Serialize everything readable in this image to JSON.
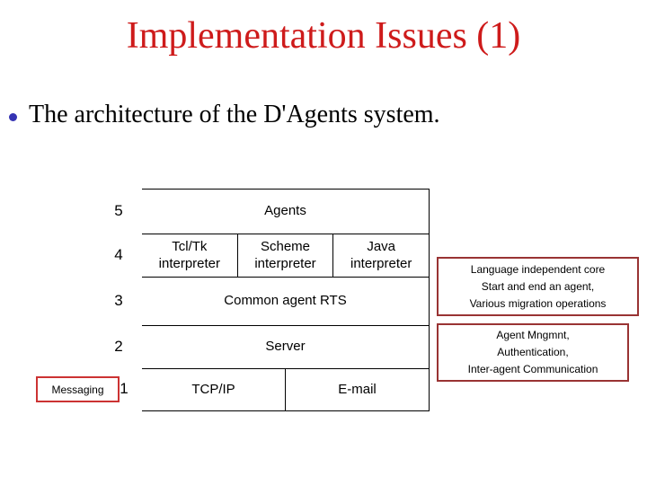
{
  "slide": {
    "title": "Implementation Issues (1)",
    "bullet": "The architecture of the D'Agents system."
  },
  "diagram": {
    "layers": [
      {
        "number": "5",
        "cells": [
          "Agents"
        ]
      },
      {
        "number": "4",
        "cells": [
          "Tcl/Tk interpreter",
          "Scheme interpreter",
          "Java interpreter"
        ]
      },
      {
        "number": "3",
        "cells": [
          "Common agent RTS"
        ]
      },
      {
        "number": "2",
        "cells": [
          "Server"
        ]
      },
      {
        "number": "1",
        "cells": [
          "TCP/IP",
          "E-mail"
        ]
      }
    ],
    "messaging_label": "Messaging",
    "annotations": [
      {
        "lines": [
          "Language independent core",
          "Start and end an agent,",
          "Various migration operations"
        ]
      },
      {
        "lines": [
          "Agent Mngmnt,",
          "Authentication,",
          "Inter-agent Communication"
        ]
      }
    ]
  },
  "colors": {
    "title_red": "#CE1B1B",
    "bullet_dot_blue": "#3533B3",
    "annotation_border_red": "#993333",
    "messaging_border_red": "#CC3333",
    "table_border_black": "#000000",
    "background": "#FFFFFF"
  }
}
